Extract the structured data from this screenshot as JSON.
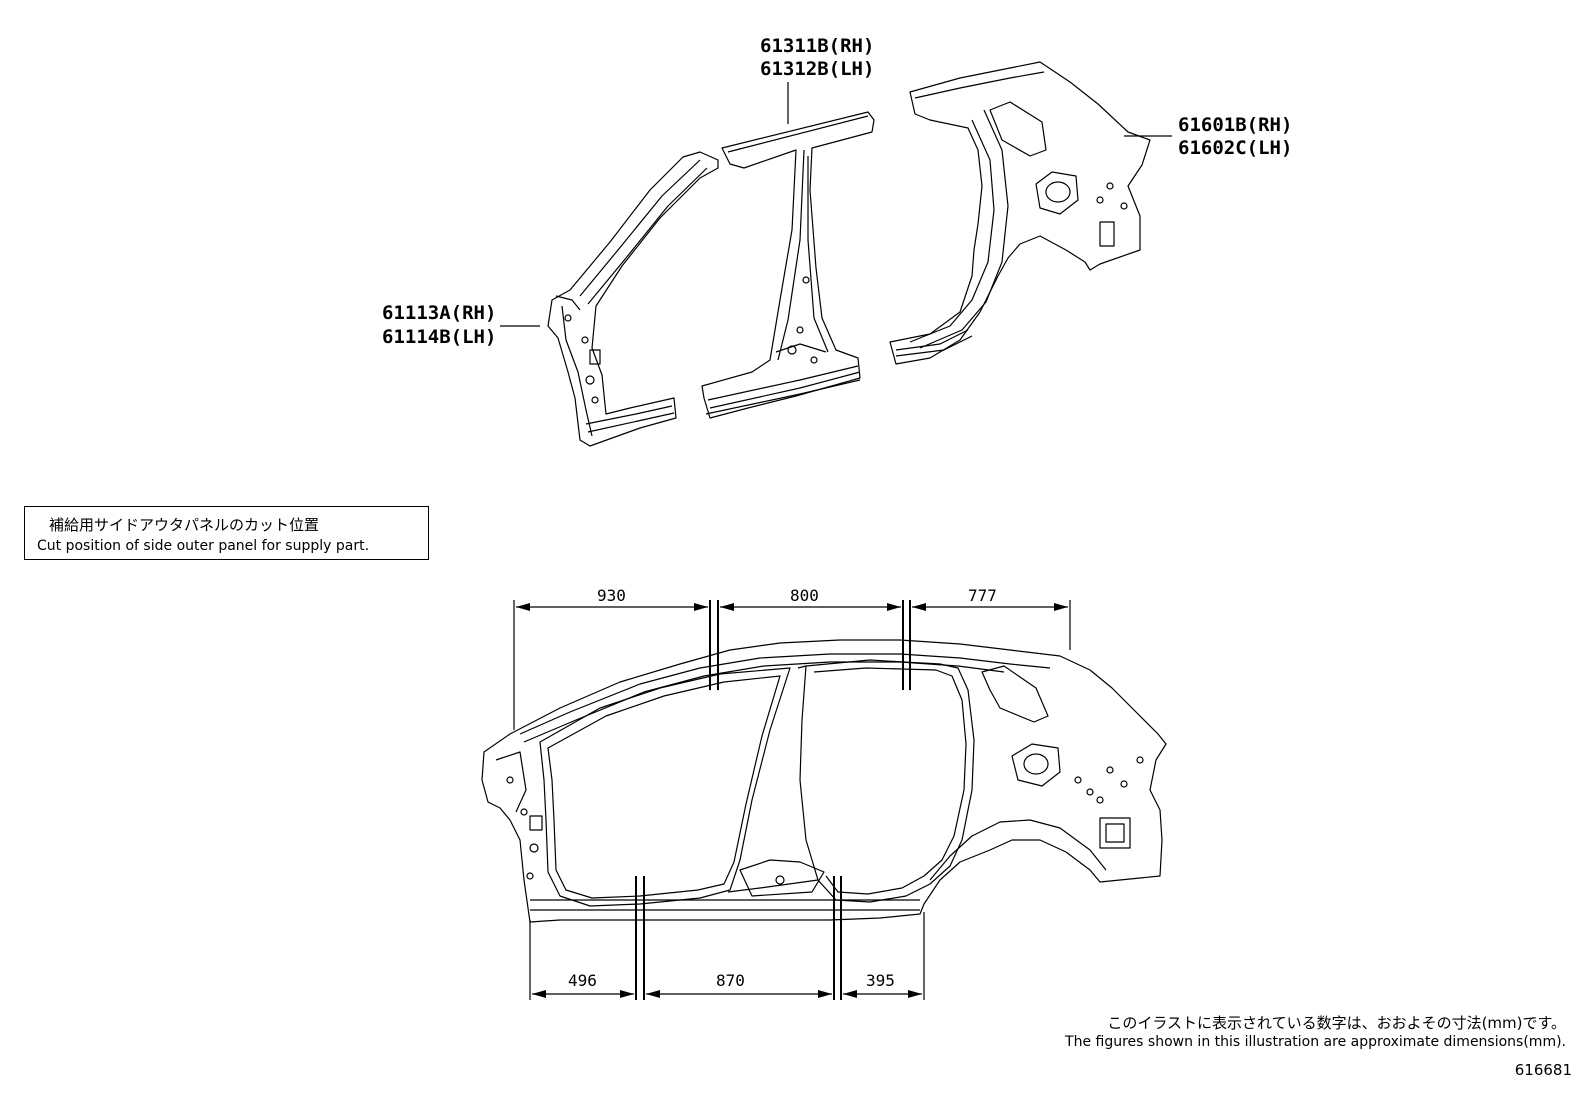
{
  "parts": {
    "center_pillar": {
      "rh": "61311B(RH)",
      "lh": "61312B(LH)"
    },
    "quarter_panel": {
      "rh": "61601B(RH)",
      "lh": "61602C(LH)"
    },
    "front_pillar": {
      "rh": "61113A(RH)",
      "lh": "61114B(LH)"
    }
  },
  "note": {
    "japanese": "補給用サイドアウタパネルのカット位置",
    "english": "Cut position of side outer panel for supply part."
  },
  "dimensions": {
    "upper": [
      "930",
      "800",
      "777"
    ],
    "lower": [
      "496",
      "870",
      "395"
    ]
  },
  "footer": {
    "japanese": "このイラストに表示されている数字は、おおよその寸法(mm)です。",
    "english": "The figures shown in this illustration are approximate dimensions(mm)."
  },
  "figure_id": "616681"
}
